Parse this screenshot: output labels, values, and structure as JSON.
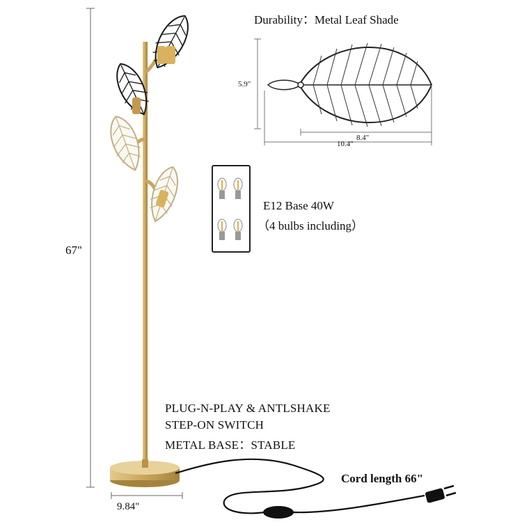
{
  "heading": "Durability：Metal Leaf Shade",
  "leaf_dims": {
    "height": "5.9\"",
    "inner_length": "8.4\"",
    "total_length": "10.4\""
  },
  "lamp_height": "67\"",
  "base_width": "9.84\"",
  "bulbs": {
    "line1": "E12 Base 40W",
    "line2": "（4 bulbs including）"
  },
  "features": [
    "PLUG-N-PLAY & ANTLSHAKE",
    "STEP-ON SWITCH",
    "METAL BASE：STABLE"
  ],
  "cord": "Cord length 66\"",
  "colors": {
    "gold": "#c9a55a",
    "gold_dark": "#9c7b35",
    "black": "#1a1a1a",
    "line": "#555555"
  }
}
